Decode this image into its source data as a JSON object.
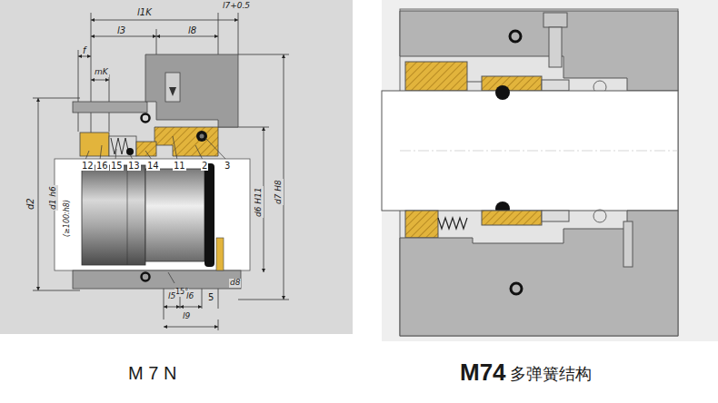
{
  "diagram": {
    "labels": [
      "l1K",
      "l7+0.5",
      "l3",
      "l8",
      "f",
      "mK",
      "d2",
      "d1 h6",
      "(≥100:h8)",
      "d6 H11",
      "d7 H8",
      "12",
      "16",
      "15",
      "13",
      "14",
      "11",
      "2",
      "3",
      "15°",
      "l5",
      "l6",
      "5",
      "d8",
      "l9",
      "M 7 N",
      "M74",
      "多弹簧结构"
    ]
  }
}
